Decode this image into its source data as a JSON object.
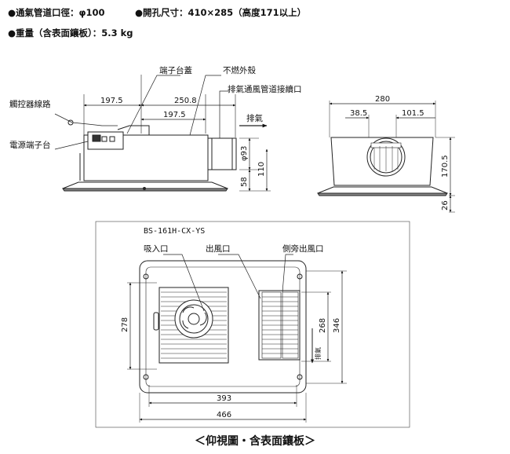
{
  "specs": {
    "duct_diameter": "●通氣管道口徑：φ100",
    "opening_size": "●開孔尺寸：410×285（高度171以上）",
    "weight": "●重量（含表面鑲板）：5.3 kg"
  },
  "side_view": {
    "terminal_cover": "端子台蓋",
    "nonflammable_shell": "不燃外殼",
    "exhaust_duct_connector": "排氣通風管道接續口",
    "controller_wire": "觸控器線路",
    "power_terminal": "電源端子台",
    "exhaust": "排氣",
    "dim_197_5_left": "197.5",
    "dim_250_8": "250.8",
    "dim_197_5_right": "197.5",
    "dim_phi93": "φ93",
    "dim_58": "58",
    "dim_110": "110"
  },
  "front_view": {
    "dim_280": "280",
    "dim_38_5": "38.5",
    "dim_101_5": "101.5",
    "dim_170_5": "170.5",
    "dim_26": "26"
  },
  "bottom_view": {
    "model": "BS-161H-CX-YS",
    "intake": "吸入口",
    "outlet": "出風口",
    "side_outlet": "側旁出風口",
    "exhaust": "排氣",
    "dim_278": "278",
    "dim_268": "268",
    "dim_346": "346",
    "dim_393": "393",
    "dim_466": "466"
  },
  "caption": "＜仰視圖・含表面鑲板＞"
}
